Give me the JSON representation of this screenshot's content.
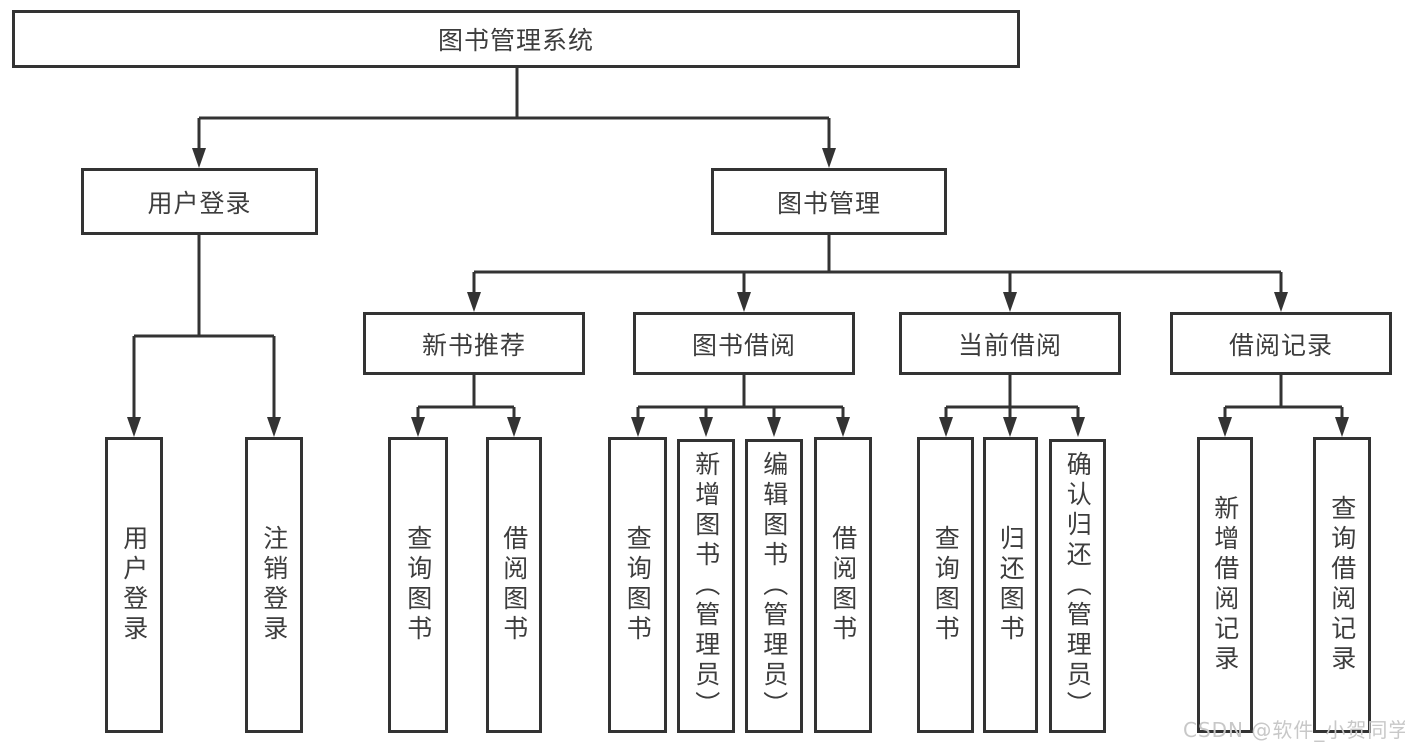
{
  "nodes": {
    "root": "图书管理系统",
    "user_login": "用户登录",
    "book_mgmt": "图书管理",
    "l3": [
      "新书推荐",
      "图书借阅",
      "当前借阅",
      "借阅记录"
    ],
    "leaves_login": [
      "用户登录",
      "注销登录"
    ],
    "leaves_recommend": [
      "查询图书",
      "借阅图书"
    ],
    "leaves_borrow": [
      "查询图书",
      "新增图书（管理员）",
      "编辑图书（管理员）",
      "借阅图书"
    ],
    "leaves_current": [
      "查询图书",
      "归还图书",
      "确认归还（管理员）"
    ],
    "leaves_records": [
      "新增借阅记录",
      "查询借阅记录"
    ]
  },
  "watermark": {
    "text": "CSDN @软件_小贺同学"
  },
  "colors": {
    "line": "#333333",
    "box_border": "#333333",
    "text": "#3d3d3d",
    "watermark": "#c8c8c8",
    "background": "#ffffff"
  }
}
